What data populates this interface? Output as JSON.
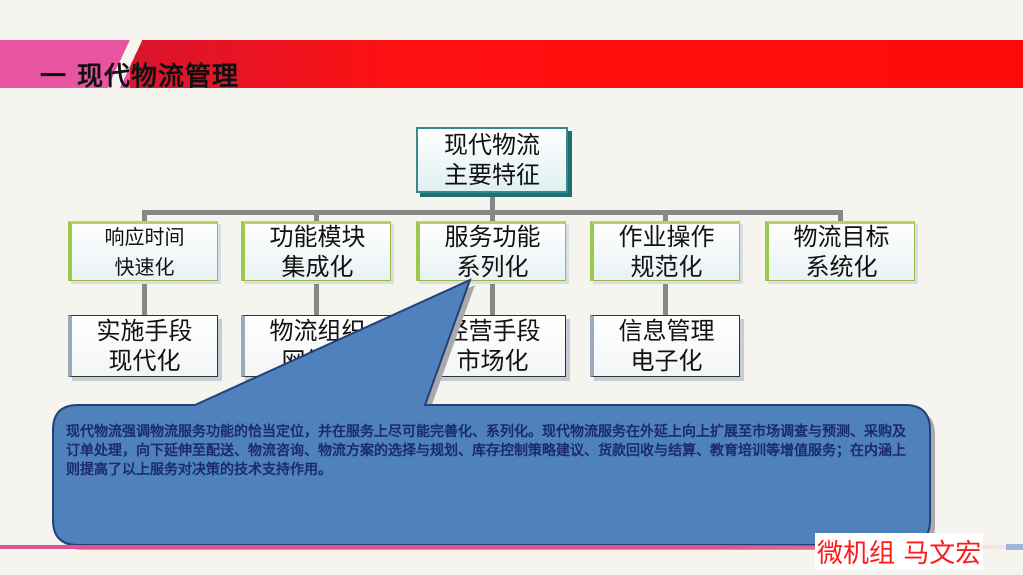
{
  "slide": {
    "title": "一  现代物流管理",
    "footer": "微机组  马文宏"
  },
  "org_chart": {
    "root": "现代物流\n主要特征",
    "level2": [
      "响应时间\n快速化",
      "功能模块\n集成化",
      "服务功能\n系列化",
      "作业操作\n规范化",
      "物流目标\n系统化"
    ],
    "level3": [
      "实施手段\n现代化",
      "物流组织\n网络化",
      "经营手段\n市场化",
      "信息管理\n电子化"
    ]
  },
  "callout": {
    "text": "现代物流强调物流服务功能的恰当定位，并在服务上尽可能完善化、系列化。现代物流服务在外延上向上扩展至市场调查与预测、采购及订单处理，向下延伸至配送、物流咨询、物流方案的选择与规划、库存控制策略建议、货款回收与结算、教育培训等增值服务；在内涵上则提高了以上服务对决策的技术支持作用。"
  },
  "colors": {
    "header_red": "#ff0a0a",
    "header_pink": "#e8549f",
    "callout_fill": "#4f81bd",
    "callout_text": "#1b2a6e",
    "footer_text": "#ff1a1a"
  }
}
